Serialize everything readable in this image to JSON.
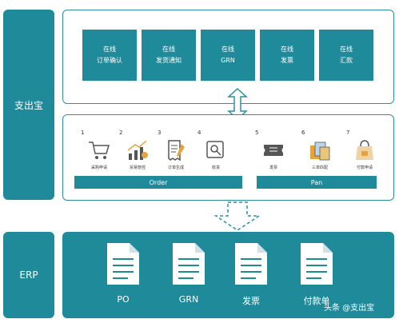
{
  "left_labels": {
    "zhichubao": "支出宝",
    "erp": "ERP"
  },
  "top_tiles": [
    {
      "line1": "在线",
      "line2": "订单确认"
    },
    {
      "line1": "在线",
      "line2": "发货通知"
    },
    {
      "line1": "在线",
      "line2": "GRN"
    },
    {
      "line1": "在线",
      "line2": "发票"
    },
    {
      "line1": "在线",
      "line2": "汇款"
    }
  ],
  "steps": [
    {
      "num": "1",
      "caption": "采购申请",
      "icon": "cart-icon"
    },
    {
      "num": "2",
      "caption": "贸易管控",
      "icon": "growth-chart-icon"
    },
    {
      "num": "3",
      "caption": "订单生成",
      "icon": "receipt-pen-icon"
    },
    {
      "num": "4",
      "caption": "收货",
      "icon": "scan-box-icon"
    },
    {
      "num": "5",
      "caption": "发票",
      "icon": "ticket-icon"
    },
    {
      "num": "6",
      "caption": "三单匹配",
      "icon": "documents-icon"
    },
    {
      "num": "7",
      "caption": "付款申请",
      "icon": "shopping-bag-icon"
    }
  ],
  "bars": {
    "order": "Order",
    "pan": "Pan"
  },
  "erp_docs": [
    "PO",
    "GRN",
    "发票",
    "付款单"
  ],
  "watermark": "头条 @支出宝",
  "colors": {
    "teal": "#1f8a9a",
    "outline": "#2a8fa0"
  }
}
